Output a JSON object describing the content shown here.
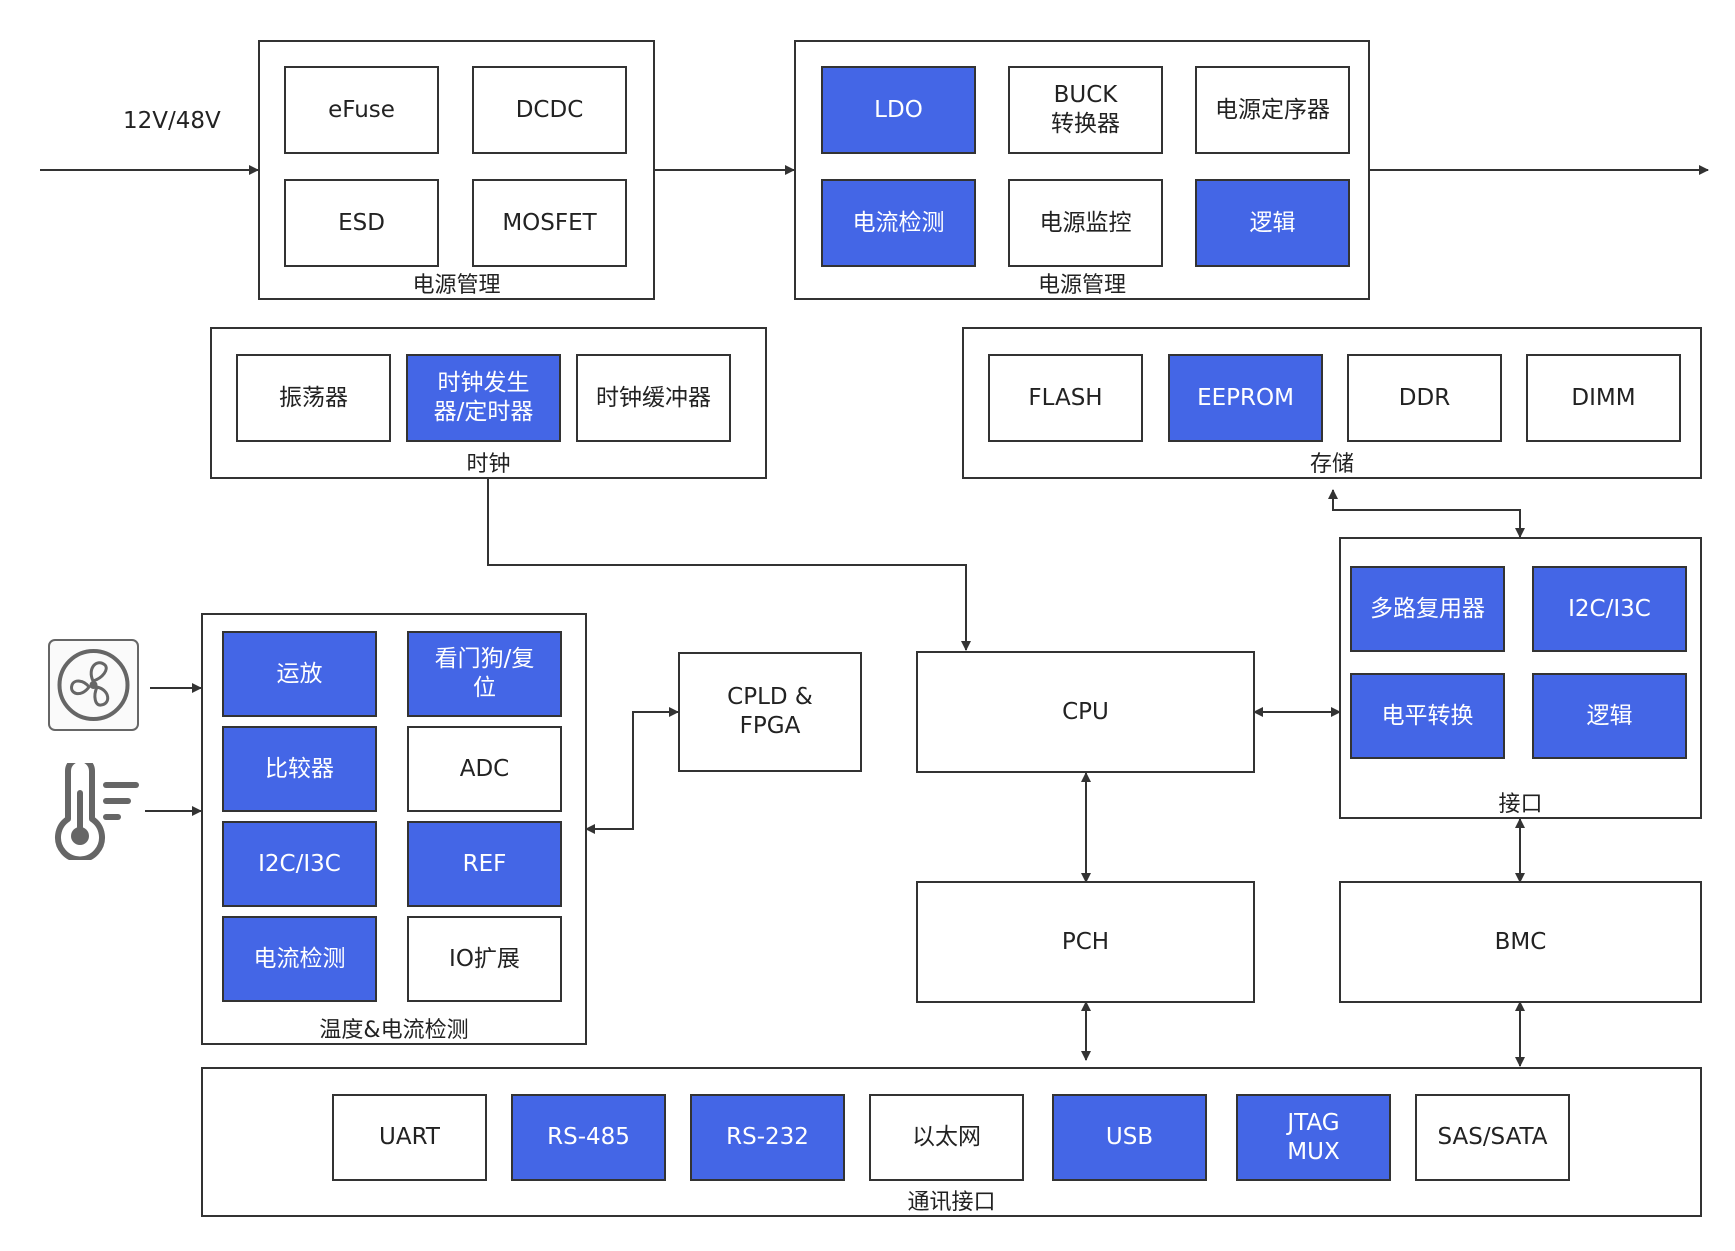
{
  "input_label": "12V/48V",
  "groups": {
    "power1": "电源管理",
    "power2": "电源管理",
    "clock": "时钟",
    "storage": "存储",
    "sensing": "温度&电流检测",
    "interface": "接口",
    "comm": "通讯接口"
  },
  "blocks": {
    "efuse": "eFuse",
    "dcdc": "DCDC",
    "esd": "ESD",
    "mosfet": "MOSFET",
    "ldo": "LDO",
    "buck": "BUCK\n转换器",
    "sequencer": "电源定序器",
    "current_detect_top": "电流检测",
    "power_monitor": "电源监控",
    "logic_top": "逻辑",
    "oscillator": "振荡器",
    "clock_gen": "时钟发生\n器/定时器",
    "clock_buffer": "时钟缓冲器",
    "flash": "FLASH",
    "eeprom": "EEPROM",
    "ddr": "DDR",
    "dimm": "DIMM",
    "opamp": "运放",
    "watchdog": "看门狗/复\n位",
    "comparator": "比较器",
    "adc": "ADC",
    "i2c_sense": "I2C/I3C",
    "ref": "REF",
    "current_detect_bottom": "电流检测",
    "io_expander": "IO扩展",
    "cpld": "CPLD &\nFPGA",
    "cpu": "CPU",
    "pch": "PCH",
    "bmc": "BMC",
    "mux": "多路复用器",
    "i2c_if": "I2C/I3C",
    "level_shift": "电平转换",
    "logic_if": "逻辑",
    "uart": "UART",
    "rs485": "RS-485",
    "rs232": "RS-232",
    "ethernet": "以太网",
    "usb": "USB",
    "jtag": "JTAG\nMUX",
    "sas": "SAS/SATA"
  },
  "icons": {
    "fan": "fan-icon",
    "thermometer": "thermometer-icon"
  },
  "colors": {
    "highlight": "#4466e6",
    "line": "#333333"
  }
}
